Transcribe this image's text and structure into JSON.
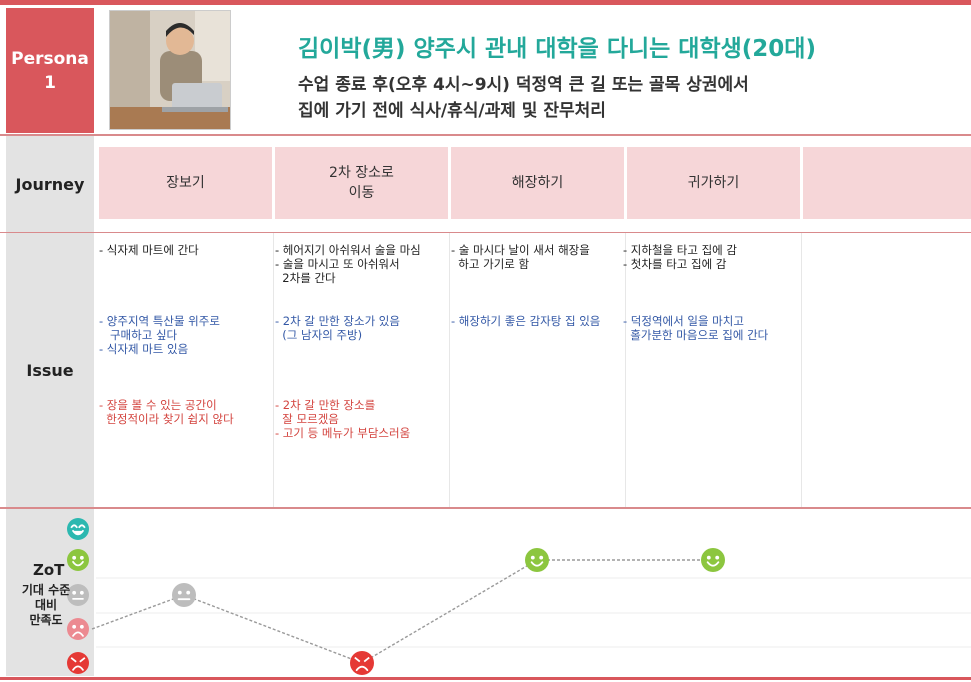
{
  "persona": {
    "label_line1": "Persona",
    "label_line2": "1"
  },
  "header": {
    "title": "김이박(男) 양주시 관내 대학을 다니는 대학생(20대)",
    "subtitle_line1": "수업 종료 후(오후 4시~9시) 덕정역 큰 길 또는 골목 상권에서",
    "subtitle_line2": "집에 가기 전에 식사/휴식/과제 및 잔무처리"
  },
  "rows": {
    "journey": "Journey",
    "issue": "Issue",
    "zot": "ZoT",
    "zot_sub": "기대 수준\n대비\n만족도"
  },
  "journey_steps": [
    "장보기",
    "2차 장소로\n이동",
    "해장하기",
    "귀가하기",
    ""
  ],
  "issues": {
    "col1": {
      "black": "- 식자제 마트에 간다",
      "blue": "- 양주지역 특산물 위주로\n   구매하고 싶다\n- 식자제 마트 있음",
      "red": "- 장을 볼 수 있는 공간이\n  한정적이라 찾기 쉽지 않다"
    },
    "col2": {
      "black": "- 헤어지기 아쉬워서 술을 마심\n- 술을 마시고 또 아쉬워서\n  2차를 간다",
      "blue": "- 2차 갈 만한 장소가 있음\n  (그 남자의 주방)",
      "red": "- 2차 갈 만한 장소를\n  잘 모르겠음\n- 고기 등 메뉴가 부담스러움"
    },
    "col3": {
      "black": "- 술 마시다 날이 새서 해장을\n  하고 가기로 함",
      "blue": "- 해장하기 좋은 감자탕 집 있음",
      "red": ""
    },
    "col4": {
      "black": "- 지하철을 타고 집에 감\n- 첫차를 타고 집에 감",
      "blue": "- 덕정역에서 일을 마치고\n  홀가분한 마음으로 집에 간다",
      "red": ""
    }
  },
  "chart_data": {
    "type": "line",
    "categories": [
      "장보기",
      "2차 장소로 이동",
      "해장하기",
      "귀가하기"
    ],
    "y_levels": [
      "very-satisfied",
      "satisfied",
      "neutral",
      "unsatisfied",
      "very-unsatisfied"
    ],
    "values": [
      3,
      5,
      2,
      2
    ],
    "ylim": [
      1,
      5
    ],
    "note": "values are level indexes: 1=very satisfied (top) ... 5=very unsatisfied (bottom)"
  },
  "colors": {
    "accent": "#d9575c",
    "title": "#23a89a",
    "step_bg": "#f6d6d8",
    "level1": "#2cb8b0",
    "level2": "#8cc63f",
    "level3": "#bdbdbd",
    "level4": "#ec8a91",
    "level5": "#e53935"
  }
}
